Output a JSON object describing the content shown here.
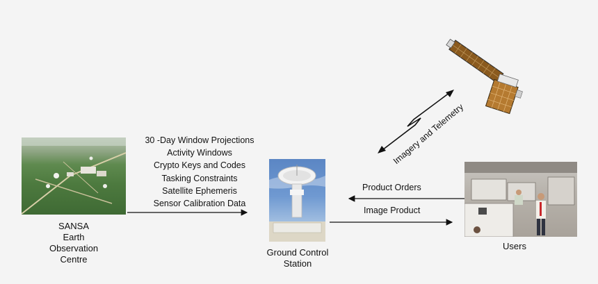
{
  "sansa": {
    "name_lines": [
      "SANSA",
      "Earth",
      "Observation",
      "Centre"
    ]
  },
  "uplink_items": [
    "30 -Day Window Projections",
    "Activity Windows",
    "Crypto Keys and Codes",
    "Tasking Constraints",
    "Satellite Ephemeris",
    "Sensor Calibration Data"
  ],
  "ground_station": {
    "label_line1": "Ground Control",
    "label_line2": "Station"
  },
  "users": {
    "label": "Users"
  },
  "links": {
    "product_orders": "Product Orders",
    "image_product": "Image Product",
    "imagery_telemetry": "Imagery and Telemetry"
  }
}
